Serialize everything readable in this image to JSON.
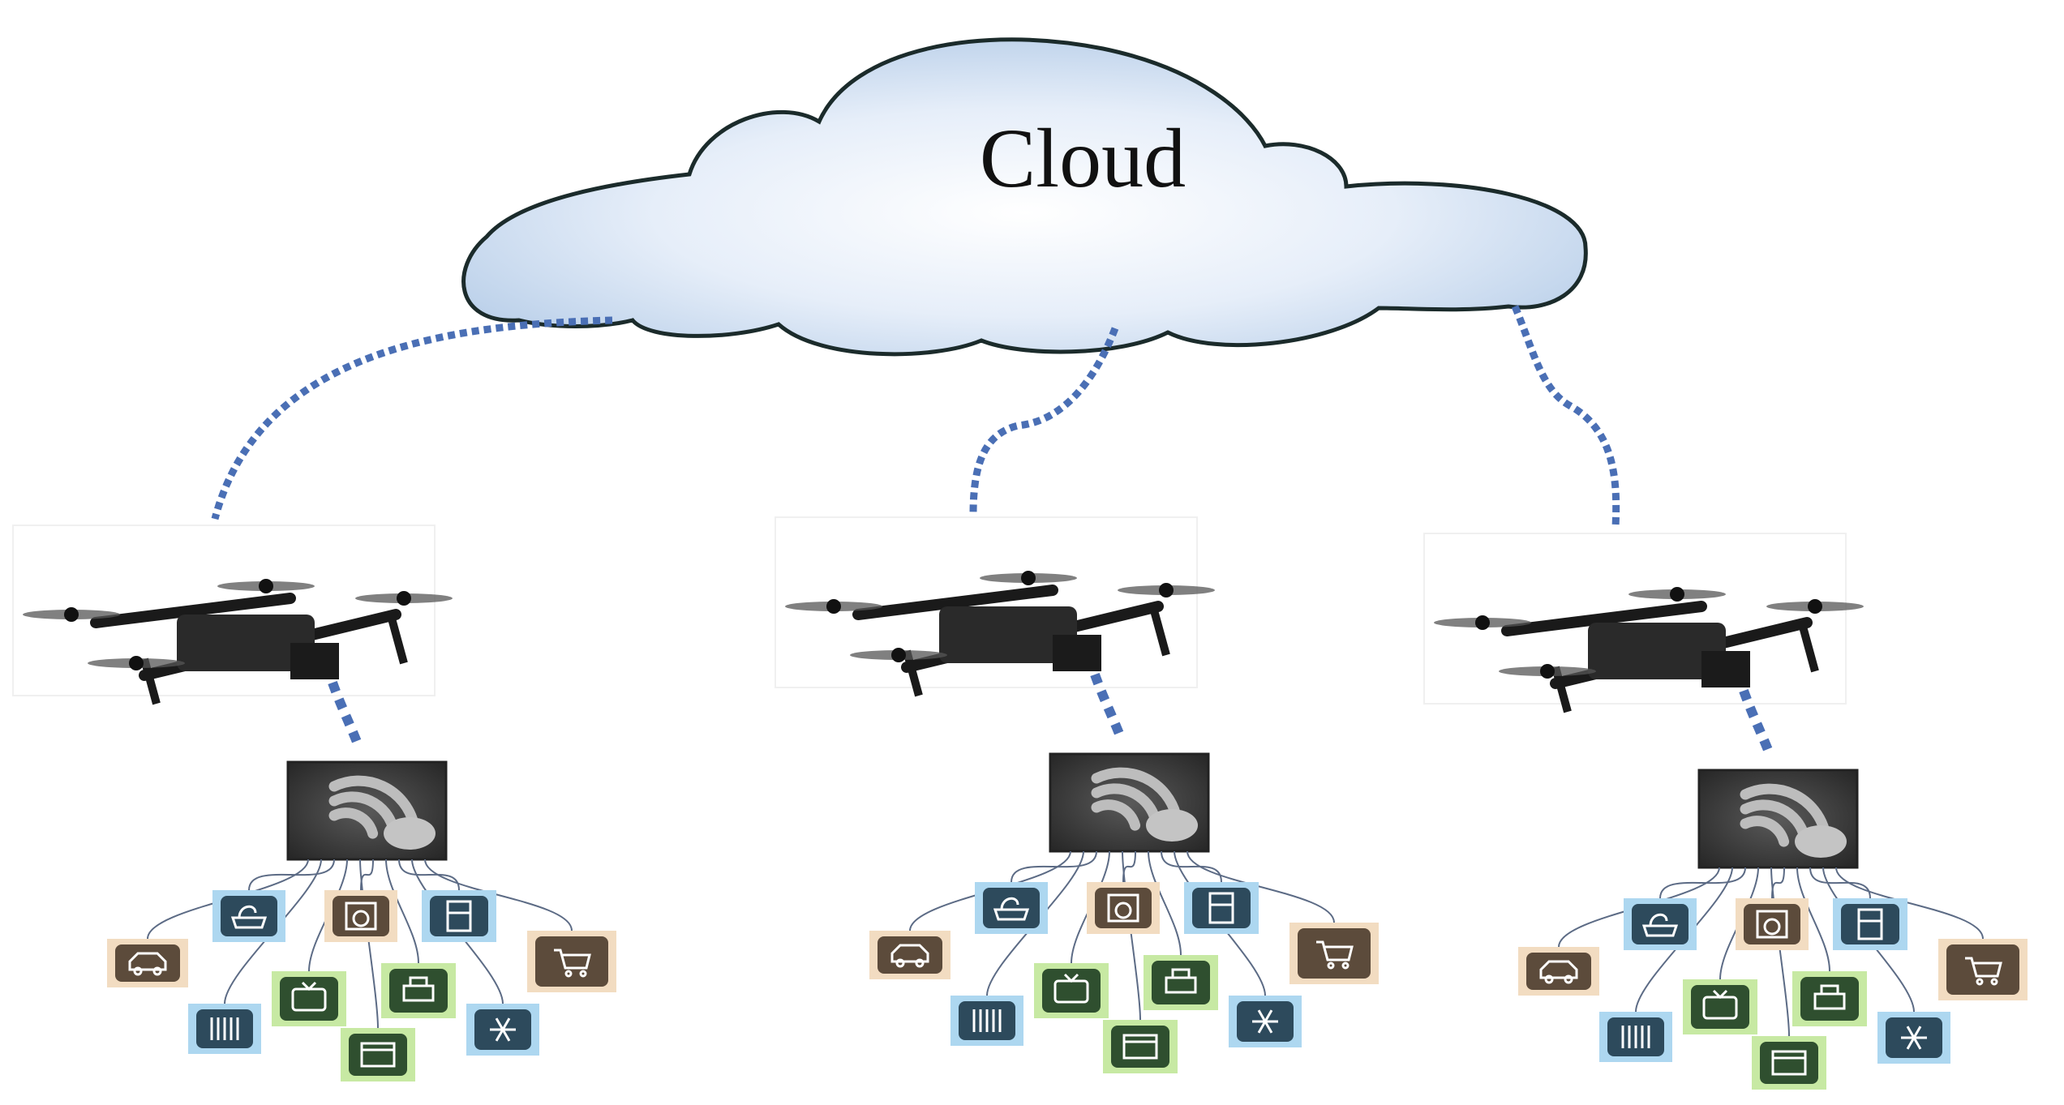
{
  "cloud": {
    "label": "Cloud"
  },
  "clusters": [
    {
      "id": "left"
    },
    {
      "id": "center"
    },
    {
      "id": "right"
    }
  ],
  "device_icons": [
    "car-icon",
    "bathtub-icon",
    "radiator-icon",
    "tv-icon",
    "oven-icon",
    "washing-machine-icon",
    "printer-icon",
    "fridge-icon",
    "air-conditioner-icon",
    "shopping-cart-icon"
  ],
  "colors": {
    "link": "#4a6fb5",
    "cloud_outline": "#1b2b2b",
    "cloud_fill": "#d8e6f6",
    "gateway_bg": "#3c3c3c",
    "device_blue": "#add7f0",
    "device_green": "#c7e9a3",
    "device_tan": "#f2dcc1"
  }
}
